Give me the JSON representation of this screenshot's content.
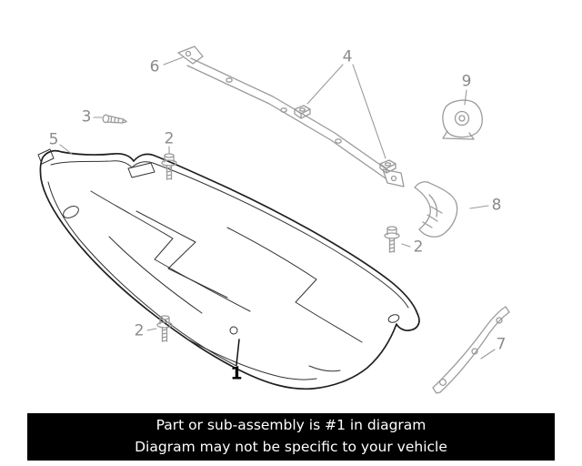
{
  "diagram": {
    "callouts": {
      "c1": {
        "label": "1"
      },
      "c2a": {
        "label": "2"
      },
      "c2b": {
        "label": "2"
      },
      "c2c": {
        "label": "2"
      },
      "c3": {
        "label": "3"
      },
      "c4": {
        "label": "4"
      },
      "c5": {
        "label": "5"
      },
      "c6": {
        "label": "6"
      },
      "c7": {
        "label": "7"
      },
      "c8": {
        "label": "8"
      },
      "c9": {
        "label": "9"
      }
    },
    "colors": {
      "main_part_line": "#1f1f1f",
      "secondary_part_line": "#9b9b9b",
      "callout_text": "#8a8a8a",
      "main_callout_text": "#000000"
    }
  },
  "footer": {
    "line1": "Part or sub-assembly is #1 in diagram",
    "line2": "Diagram may not be specific to your vehicle",
    "bg_color": "#000000",
    "text_color": "#ffffff"
  }
}
